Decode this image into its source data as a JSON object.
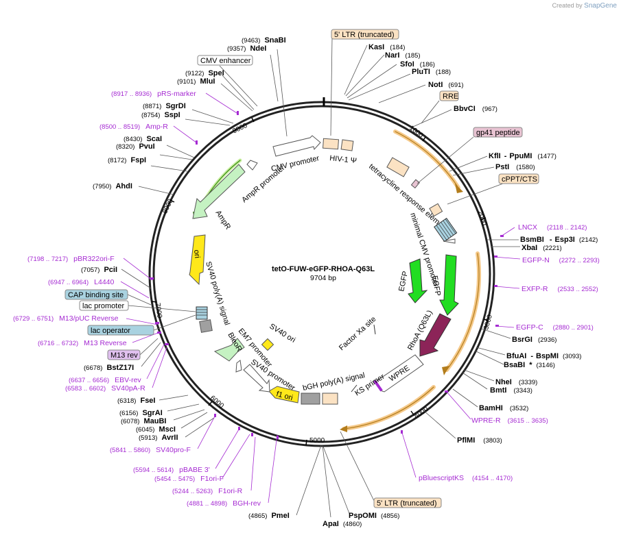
{
  "credit": {
    "prefix": "Created by",
    "brand": "SnapGene"
  },
  "plasmid": {
    "name": "tetO-FUW-eGFP-RHOA-Q63L",
    "length_label": "9704 bp",
    "length": 9704
  },
  "ticks": [
    "1000",
    "2000",
    "3000",
    "4000",
    "5000",
    "6000",
    "7000",
    "8000",
    "9000"
  ],
  "colors": {
    "primer": "#a52ad2",
    "gfp": "#22dd22",
    "rhoa": "#8c2458",
    "orf_highlight": "#f5c98a",
    "tan_box": "#fbe2c3",
    "blue_box": "#a9d2e0",
    "pink_box": "#e8c3d2"
  },
  "enzymes": [
    {
      "name": "SnaBI",
      "pos": "(9463)"
    },
    {
      "name": "NdeI",
      "pos": "(9357)"
    },
    {
      "name": "SpeI",
      "pos": "(9122)"
    },
    {
      "name": "MluI",
      "pos": "(9101)"
    },
    {
      "name": "SgrDI",
      "pos": "(8871)"
    },
    {
      "name": "SspI",
      "pos": "(8754)"
    },
    {
      "name": "ScaI",
      "pos": "(8430)"
    },
    {
      "name": "PvuI",
      "pos": "(8320)"
    },
    {
      "name": "FspI",
      "pos": "(8172)"
    },
    {
      "name": "AhdI",
      "pos": "(7950)"
    },
    {
      "name": "PciI",
      "pos": "(7057)"
    },
    {
      "name": "BstZ17I",
      "pos": "(6678)"
    },
    {
      "name": "FseI",
      "pos": "(6318)"
    },
    {
      "name": "SgrAI",
      "pos": "(6156)"
    },
    {
      "name": "MauBI",
      "pos": "(6078)"
    },
    {
      "name": "MscI",
      "pos": "(6045)"
    },
    {
      "name": "AvrII",
      "pos": "(5913)"
    },
    {
      "name": "PmeI",
      "pos": "(4865)"
    },
    {
      "name": "ApaI",
      "pos": "(4860)"
    },
    {
      "name": "PspOMI",
      "pos": "(4856)"
    },
    {
      "name": "KasI",
      "pos": "(184)"
    },
    {
      "name": "NarI",
      "pos": "(185)"
    },
    {
      "name": "SfoI",
      "pos": "(186)"
    },
    {
      "name": "PluTI",
      "pos": "(188)"
    },
    {
      "name": "NotI",
      "pos": "(691)"
    },
    {
      "name": "BbvCI",
      "pos": "(967)"
    },
    {
      "name": "KflI",
      "sep": "-",
      "name2": "PpuMI",
      "pos": "(1477)"
    },
    {
      "name": "PstI",
      "pos": "(1580)"
    },
    {
      "name": "BsmBI",
      "sep": "-",
      "name2": "Esp3I",
      "pos": "(2142)"
    },
    {
      "name": "XbaI",
      "pos": "(2221)"
    },
    {
      "name": "BsrGI",
      "pos": "(2936)"
    },
    {
      "name": "BfuAI",
      "sep": "-",
      "name2": "BspMI",
      "pos": "(3093)"
    },
    {
      "name": "BsaBI",
      "star": "*",
      "pos": "(3146)"
    },
    {
      "name": "NheI",
      "pos": "(3339)"
    },
    {
      "name": "BmtI",
      "pos": "(3343)"
    },
    {
      "name": "BamHI",
      "pos": "(3532)"
    },
    {
      "name": "PflMI",
      "pos": "(3803)"
    }
  ],
  "primers": [
    {
      "pos": "(8917 .. 8936)",
      "name": "pRS-marker"
    },
    {
      "pos": "(8500 .. 8519)",
      "name": "Amp-R"
    },
    {
      "pos": "(7198 .. 7217)",
      "name": "pBR322ori-F"
    },
    {
      "pos": "(6947 .. 6964)",
      "name": "L4440"
    },
    {
      "pos": "(6729 .. 6751)",
      "name": "M13/pUC Reverse"
    },
    {
      "pos": "(6716 .. 6732)",
      "name": "M13 Reverse"
    },
    {
      "pos": "(6637 .. 6656)",
      "name": "EBV-rev"
    },
    {
      "pos": "(6583 .. 6602)",
      "name": "SV40pA-R"
    },
    {
      "pos": "(5841 .. 5860)",
      "name": "SV40pro-F"
    },
    {
      "pos": "(5594 .. 5614)",
      "name": "pBABE 3'"
    },
    {
      "pos": "(5454 .. 5475)",
      "name": "F1ori-F"
    },
    {
      "pos": "(5244 .. 5263)",
      "name": "F1ori-R"
    },
    {
      "pos": "(4881 .. 4898)",
      "name": "BGH-rev"
    },
    {
      "name": "LNCX",
      "pos": "(2118 .. 2142)"
    },
    {
      "name": "EGFP-N",
      "pos": "(2272 .. 2293)"
    },
    {
      "name": "EXFP-R",
      "pos": "(2533 .. 2552)"
    },
    {
      "name": "EGFP-C",
      "pos": "(2880 .. 2901)"
    },
    {
      "name": "WPRE-R",
      "pos": "(3615 .. 3635)"
    },
    {
      "name": "pBluescriptKS",
      "pos": "(4154 .. 4170)"
    }
  ],
  "boxes": [
    {
      "label": "5' LTR (truncated)"
    },
    {
      "label": "CMV enhancer"
    },
    {
      "label": "RRE"
    },
    {
      "label": "gp41 peptide"
    },
    {
      "label": "cPPT/CTS"
    },
    {
      "label": "CAP binding site"
    },
    {
      "label": "lac promoter"
    },
    {
      "label": "lac operator"
    },
    {
      "label": "M13 rev"
    },
    {
      "label": "5' LTR (truncated)"
    }
  ],
  "features": [
    {
      "label": "CMV promoter"
    },
    {
      "label": "HIV-1 Ψ"
    },
    {
      "label": "AmpR promoter"
    },
    {
      "label": "AmpR"
    },
    {
      "label": "ori"
    },
    {
      "label": "SV40 poly(A) signal"
    },
    {
      "label": "SV40 ori"
    },
    {
      "label": "EM7 promoter"
    },
    {
      "label": "BleoR"
    },
    {
      "label": "SV40 promoter"
    },
    {
      "label": "f1 ori"
    },
    {
      "label": "bGH poly(A) signal"
    },
    {
      "label": "KS primer"
    },
    {
      "label": "WPRE"
    },
    {
      "label": "Factor Xa site"
    },
    {
      "label": "RhoA (Q63L)"
    },
    {
      "label": "EGFP"
    },
    {
      "label": "EGFP"
    },
    {
      "label": "minimal CMV promoter"
    },
    {
      "label": "tetracycline response element"
    }
  ]
}
